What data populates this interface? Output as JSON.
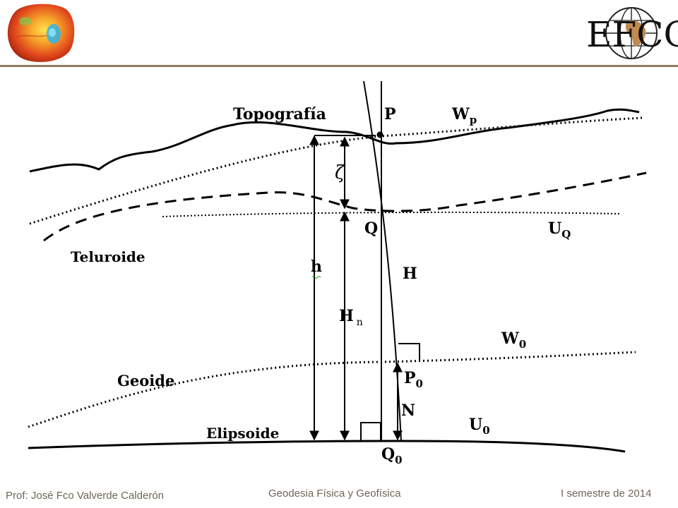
{
  "logos": {
    "left_icon": "geoid-globe-icon",
    "right_text": "EFCG"
  },
  "diagram": {
    "labels": {
      "topografia": "Topografía",
      "p": "P",
      "wp": "W",
      "wp_sub": "p",
      "zeta": "ζ",
      "q": "Q",
      "uq": "U",
      "uq_sub": "Q",
      "teluroide": "Teluroide",
      "h_small": "h",
      "h_big": "H",
      "hn": "H",
      "hn_sub": "n",
      "w0": "W",
      "w0_sub": "0",
      "geoide": "Geoide",
      "p0": "P",
      "p0_sub": "0",
      "n": "N",
      "elipsoide": "Elipsoide",
      "u0": "U",
      "u0_sub": "0",
      "q0": "Q",
      "q0_sub": "0"
    }
  },
  "footer": {
    "author": "Prof: José Fco Valverde Calderón",
    "course": "Geodesia Física y Geofísica",
    "term": "I semestre de 2014"
  },
  "colors": {
    "header_rule": "#8c7b62",
    "footer_text": "#6e6658"
  }
}
